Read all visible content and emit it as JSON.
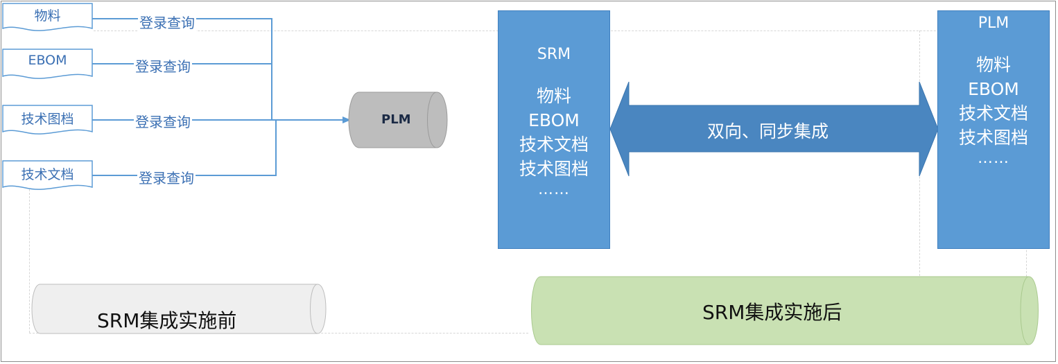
{
  "before": {
    "doc_labels": [
      "物料",
      "EBOM",
      "技术图档",
      "技术文档"
    ],
    "connector_label": "登录查询",
    "target": "PLM",
    "banner": "SRM集成实施前"
  },
  "after": {
    "srm_box": {
      "title": "SRM",
      "items": [
        "物料",
        "EBOM",
        "技术文档",
        "技术图档"
      ],
      "more": "……"
    },
    "arrow_label": "双向、同步集成",
    "plm_box": {
      "title": "PLM",
      "items": [
        "物料",
        "EBOM",
        "技术文档",
        "技术图档"
      ],
      "more": "……"
    },
    "banner": "SRM集成实施后"
  },
  "colors": {
    "line_blue": "#5b9bd5",
    "arrow_blue": "#4a86c0",
    "text_blue": "#3a6fb3",
    "cylinder_gray": "#bdbdbd",
    "banner_before_fill": "#efefef",
    "banner_after_fill": "#c9e1b3"
  }
}
